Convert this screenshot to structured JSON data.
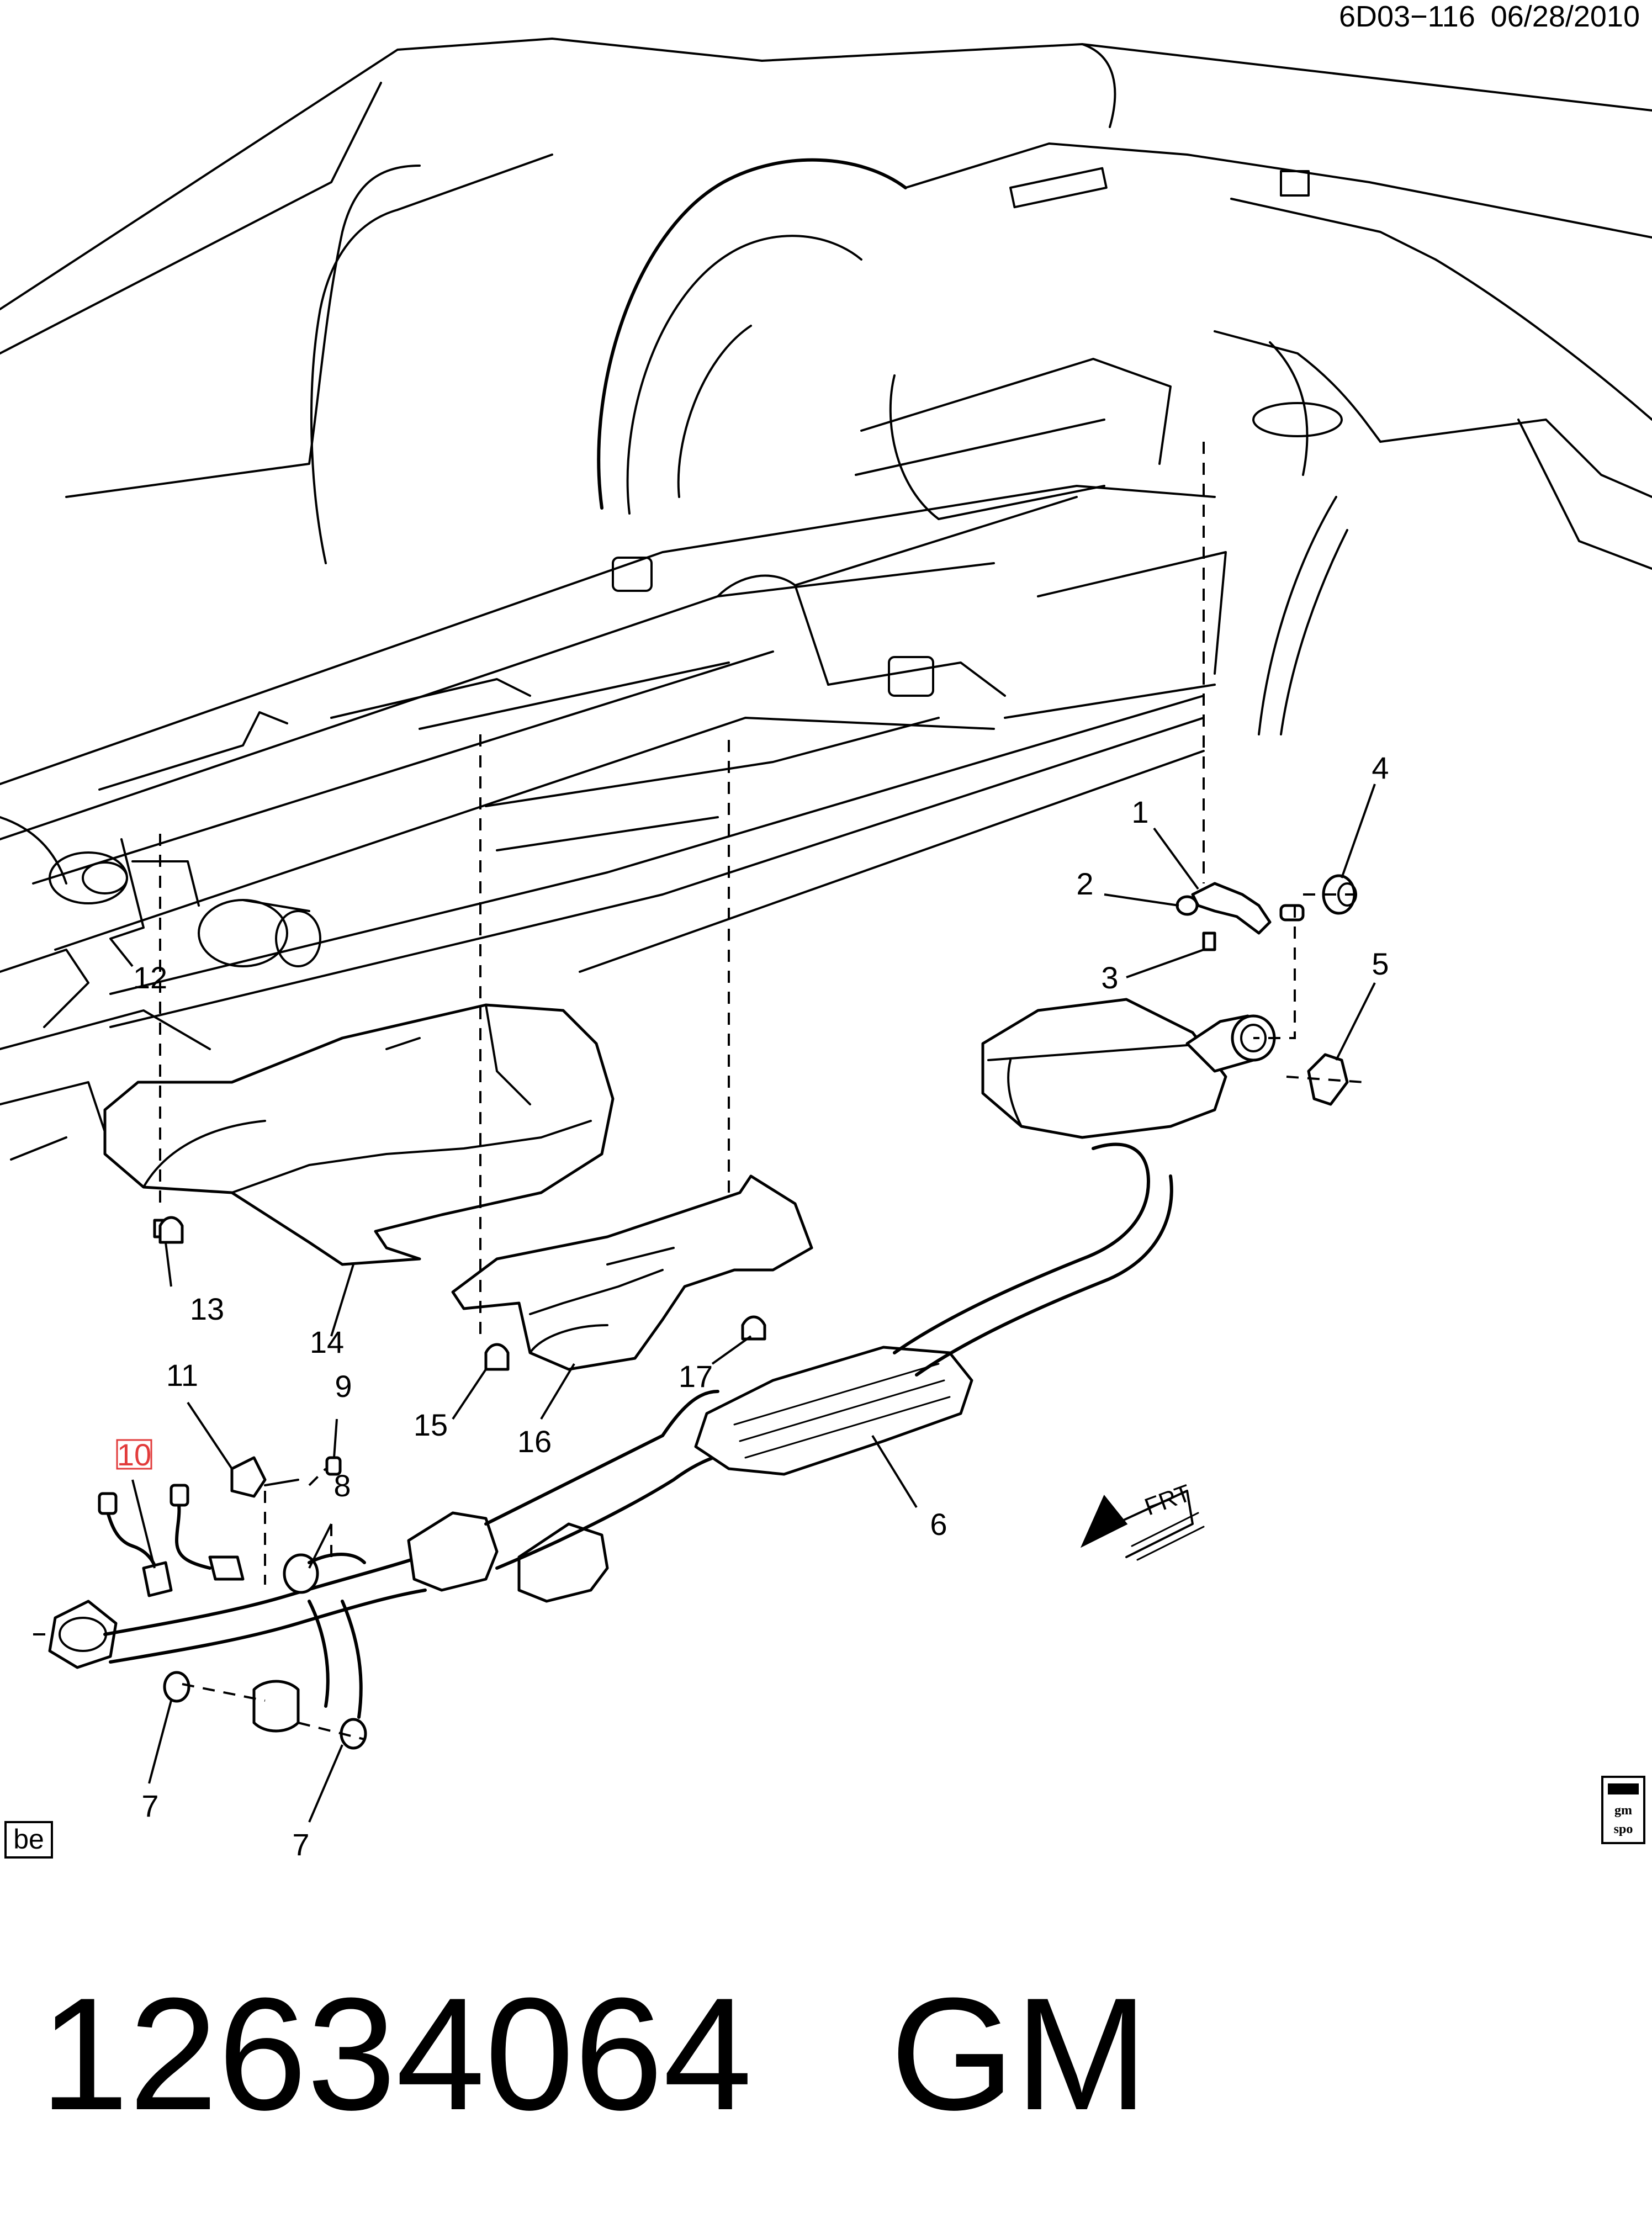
{
  "header": {
    "ref_code": "6D03−116",
    "date": "06/28/2010"
  },
  "part_number": "12634064",
  "brand": "GM",
  "badge_left": "be",
  "badge_right_line1": "gm",
  "badge_right_line2": "spo",
  "front_indicator": "FRT",
  "highlighted_callout": "10",
  "callouts": {
    "c1": "1",
    "c2": "2",
    "c3": "3",
    "c4": "4",
    "c5": "5",
    "c6": "6",
    "c7a": "7",
    "c7b": "7",
    "c8": "8",
    "c9": "9",
    "c10": "10",
    "c11": "11",
    "c12": "12",
    "c13": "13",
    "c14": "14",
    "c15": "15",
    "c16": "16",
    "c17": "17"
  }
}
